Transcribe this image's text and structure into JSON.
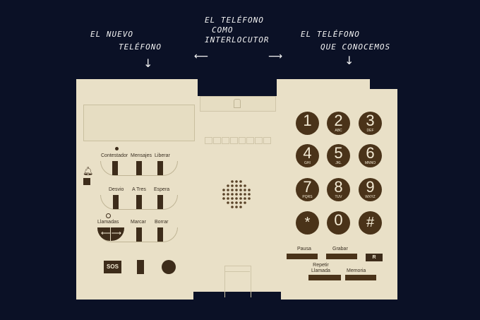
{
  "annotations": {
    "left": [
      "EL NUEVO",
      "TELÉFONO"
    ],
    "center": [
      "EL TELÉFONO",
      "COMO",
      "INTERLOCUTOR"
    ],
    "right": [
      "EL TELÉFONO",
      "QUE CONOCEMOS"
    ]
  },
  "soft_keys": {
    "contestador": "Contestador",
    "mensajes": "Mensajes",
    "liberar": "Liberar",
    "desvio": "Desvio",
    "a_tres": "A Tres",
    "espera": "Espera",
    "llamadas": "Llamadas",
    "marcar": "Marcar",
    "borrar": "Borrar",
    "sos": "SOS"
  },
  "keypad": [
    {
      "num": "1",
      "sub": ""
    },
    {
      "num": "2",
      "sub": "ABC"
    },
    {
      "num": "3",
      "sub": "DEF"
    },
    {
      "num": "4",
      "sub": "GHI"
    },
    {
      "num": "5",
      "sub": "JKL"
    },
    {
      "num": "6",
      "sub": "MNNO"
    },
    {
      "num": "7",
      "sub": "PQRS"
    },
    {
      "num": "8",
      "sub": "TUV"
    },
    {
      "num": "9",
      "sub": "WXYZ"
    },
    {
      "num": "*",
      "sub": ""
    },
    {
      "num": "0",
      "sub": ""
    },
    {
      "num": "#",
      "sub": ""
    }
  ],
  "function_keys": {
    "pausa": "Pausa",
    "grabar": "Grabar",
    "r": "R",
    "repetir": "Repetir",
    "llamada": "Llamada",
    "memoria": "Memoria"
  },
  "colors": {
    "background": "#0b1126",
    "panel": "#e9e0c7",
    "keys": "#4a3319"
  }
}
